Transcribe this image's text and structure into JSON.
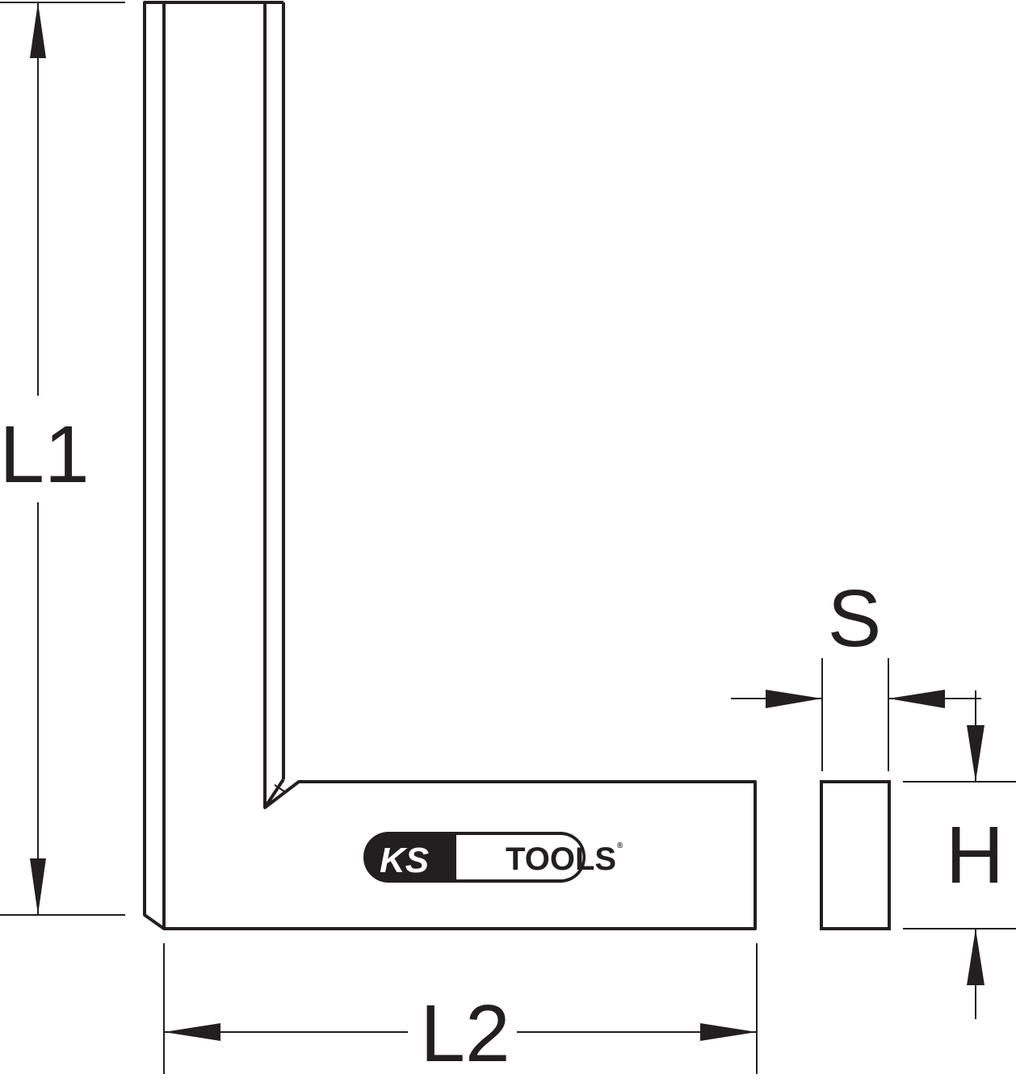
{
  "labels": {
    "l1": "L1",
    "l2": "L2",
    "s": "S",
    "h": "H"
  },
  "logo": {
    "brand_left": "KS",
    "brand_right": "TOOLS",
    "registered": "®"
  },
  "colors": {
    "line": "#231f20",
    "background": "#ffffff"
  }
}
